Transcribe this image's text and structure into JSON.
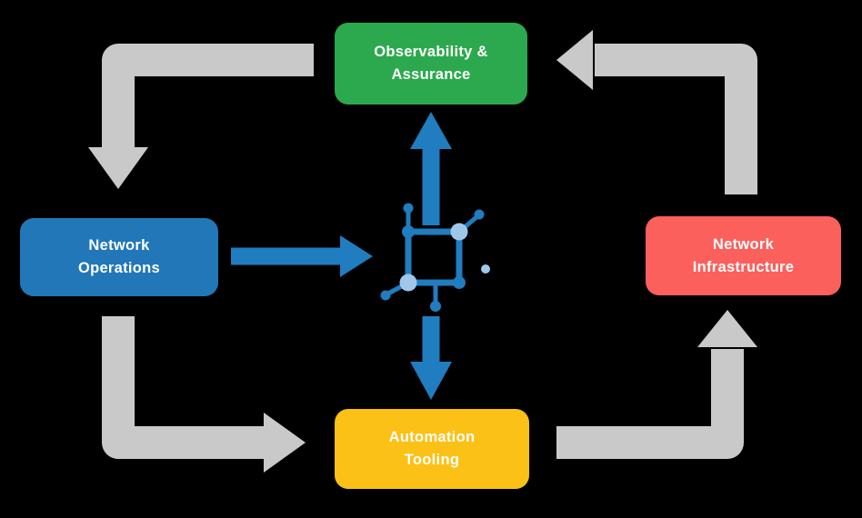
{
  "diagram": {
    "title": "",
    "background_color": "#000000",
    "nodes": {
      "observability": {
        "label": "Observability &\nAssurance",
        "color": "#2CA94E"
      },
      "network_operations": {
        "label": "Network\nOperations",
        "color": "#2277B8"
      },
      "network_infrastructure": {
        "label": "Network\nInfrastructure",
        "color": "#FB605C"
      },
      "automation_tooling": {
        "label": "Automation\nTooling",
        "color": "#FCC116"
      }
    },
    "center_icon": "network-nodes-icon",
    "icon_colors": {
      "primary": "#1F7DC0",
      "secondary": "#9EC7E9"
    },
    "arrow_colors": {
      "outer_cycle": "#C9C9C9",
      "core_flow": "#1F7DC0"
    },
    "edges": [
      {
        "from": "observability",
        "to": "network_operations",
        "style": "gray-cycle"
      },
      {
        "from": "network_operations",
        "to": "automation_tooling",
        "style": "gray-cycle"
      },
      {
        "from": "automation_tooling",
        "to": "network_infrastructure",
        "style": "gray-cycle"
      },
      {
        "from": "network_infrastructure",
        "to": "observability",
        "style": "gray-cycle"
      },
      {
        "from": "network_operations",
        "to": "center-icon",
        "style": "blue-core"
      },
      {
        "from": "center-icon",
        "to": "observability",
        "style": "blue-core"
      },
      {
        "from": "center-icon",
        "to": "automation_tooling",
        "style": "blue-core"
      }
    ]
  }
}
